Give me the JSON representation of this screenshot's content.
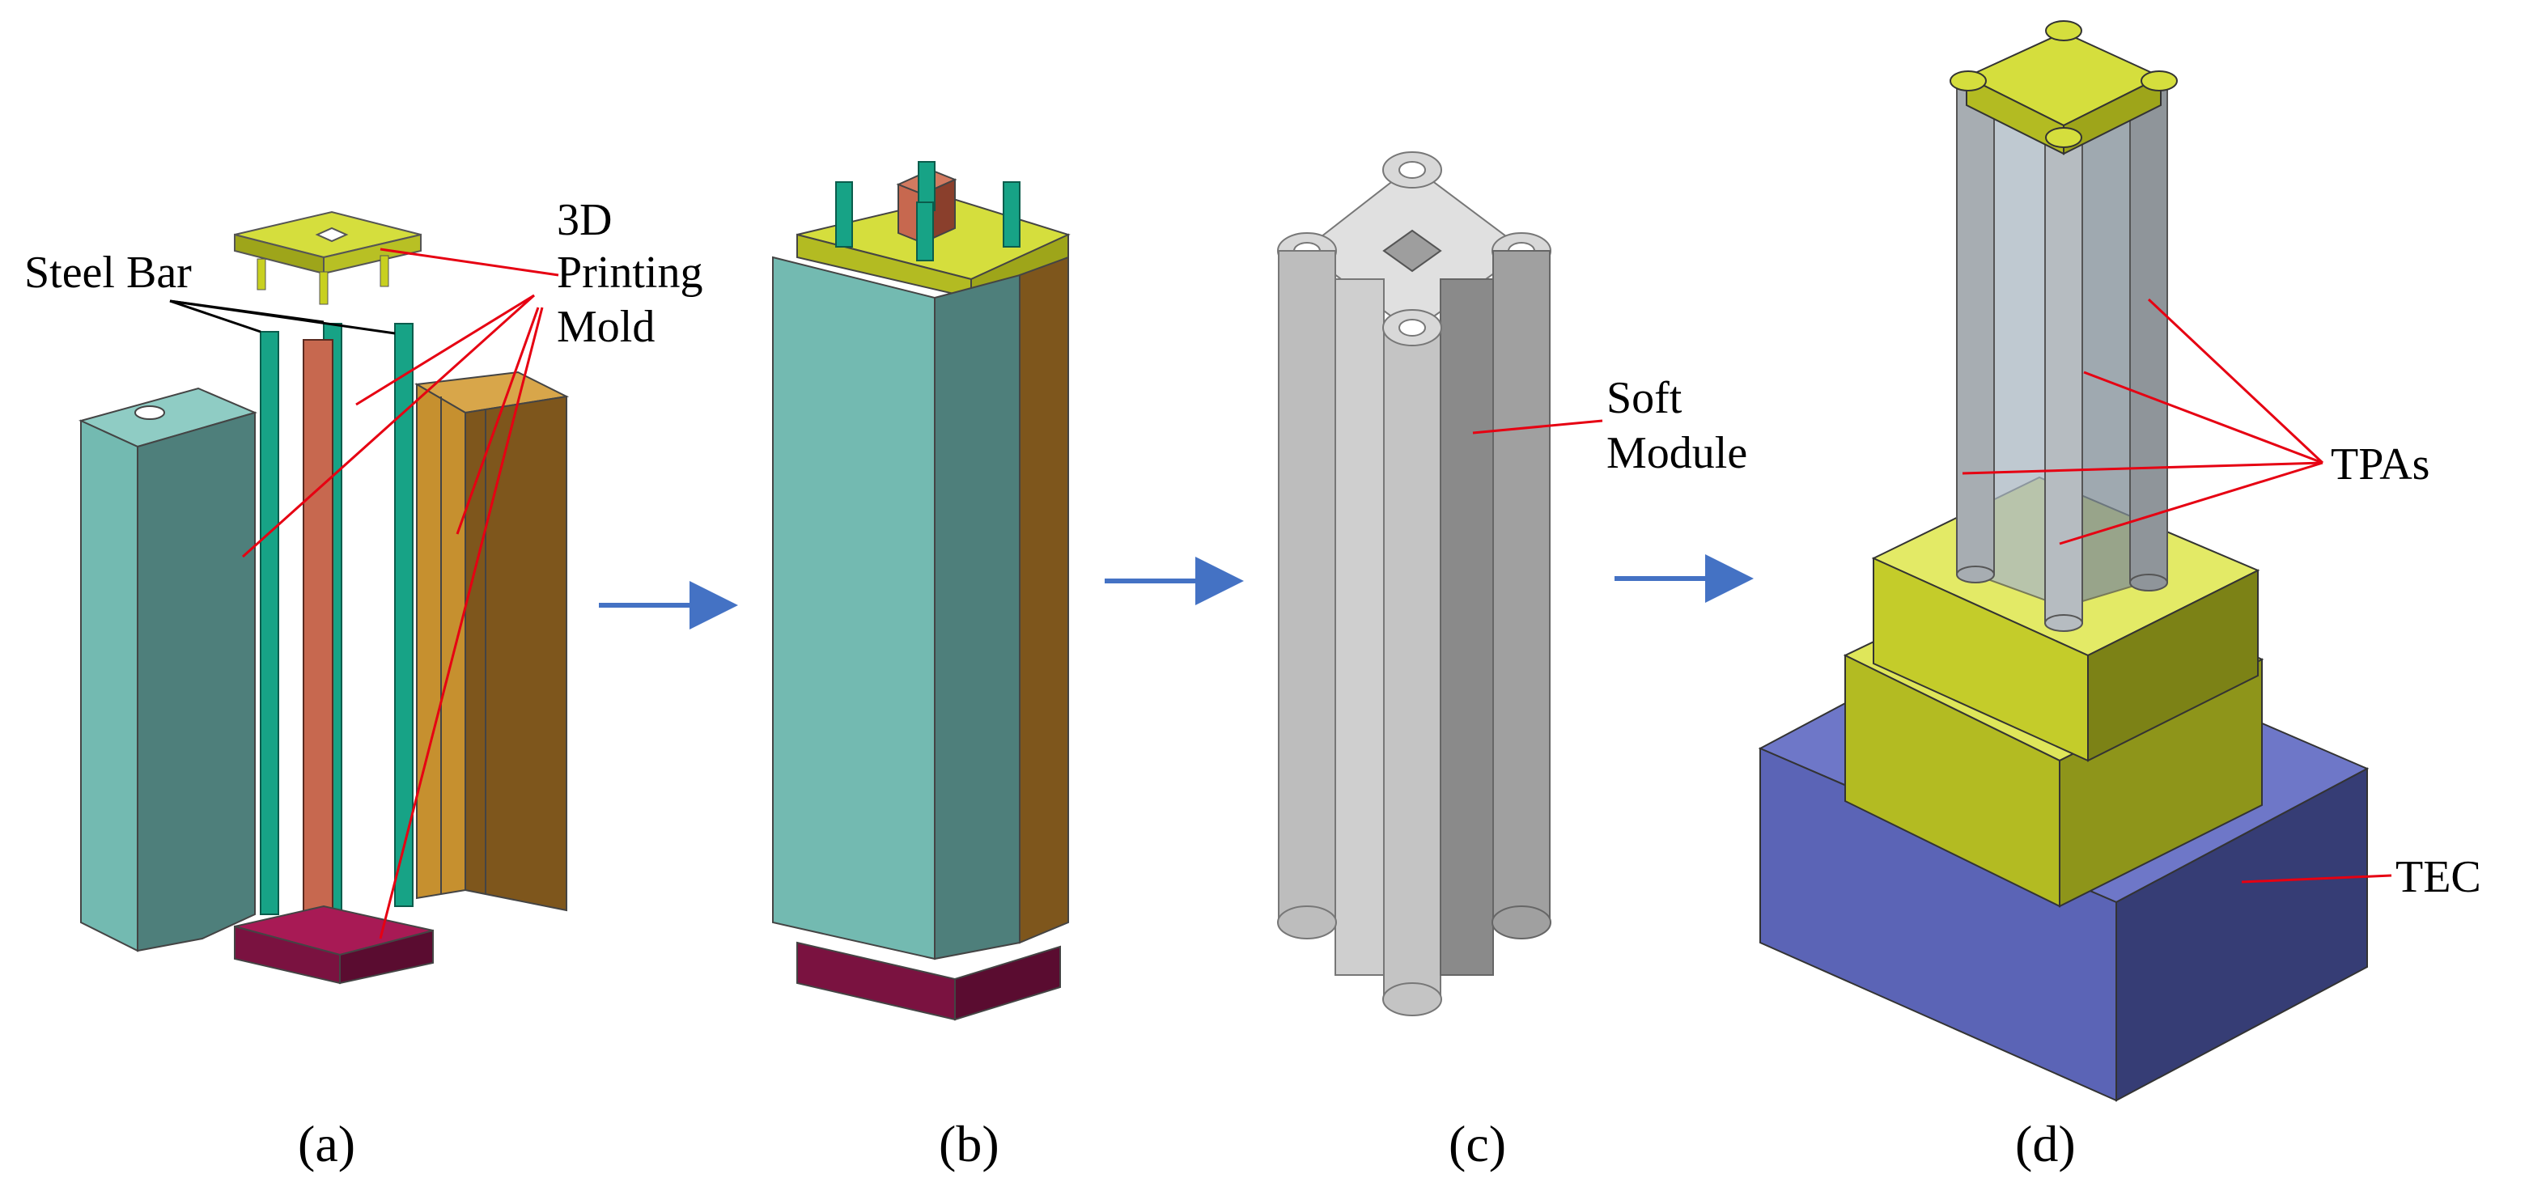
{
  "colors": {
    "teal_light": "#73bab1",
    "teal_dark": "#4e7f7b",
    "orange": "#c6902f",
    "orange_dark": "#7e561c",
    "rod_green": "#17a386",
    "copper": "#c7684f",
    "yellow": "#d5de3d",
    "yellow_dark": "#9ea51a",
    "maroon": "#7a1240",
    "grey": "#c4c4c4",
    "grey_dark": "#8a8a8a",
    "blue": "#5b64b6",
    "blue_dark": "#363d75",
    "leader_red": "#e60012",
    "arrow_blue": "#4472c4"
  },
  "labels": {
    "steel_bar": "Steel Bar",
    "printing_mold_line1": "3D",
    "printing_mold_line2": "Printing",
    "printing_mold_line3": "Mold",
    "soft_module_line1": "Soft",
    "soft_module_line2": "Module",
    "tpas": "TPAs",
    "tec": "TEC"
  },
  "panels": [
    {
      "id": "a",
      "caption": "(a)"
    },
    {
      "id": "b",
      "caption": "(b)"
    },
    {
      "id": "c",
      "caption": "(c)"
    },
    {
      "id": "d",
      "caption": "(d)"
    }
  ]
}
